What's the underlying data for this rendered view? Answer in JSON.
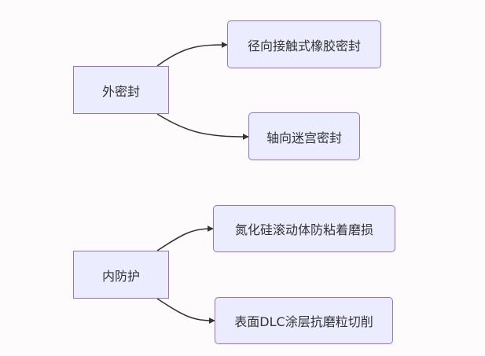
{
  "diagram": {
    "colors": {
      "node_fill": "#ececff",
      "node_border": "#9370db",
      "edge": "#333333",
      "text": "#333333",
      "background": "#fdfbfc"
    },
    "nodes": {
      "outer_seal": "外密封",
      "radial_seal": "径向接触式橡胶密封",
      "axial_seal": "轴向迷宫密封",
      "inner_protection": "内防护",
      "wear": "氮化硅滚动体防粘着磨损",
      "dlc": "表面DLC涂层抗磨粒切削"
    },
    "edges": [
      {
        "from": "outer_seal",
        "to": "radial_seal"
      },
      {
        "from": "outer_seal",
        "to": "axial_seal"
      },
      {
        "from": "inner_protection",
        "to": "wear"
      },
      {
        "from": "inner_protection",
        "to": "dlc"
      }
    ]
  }
}
